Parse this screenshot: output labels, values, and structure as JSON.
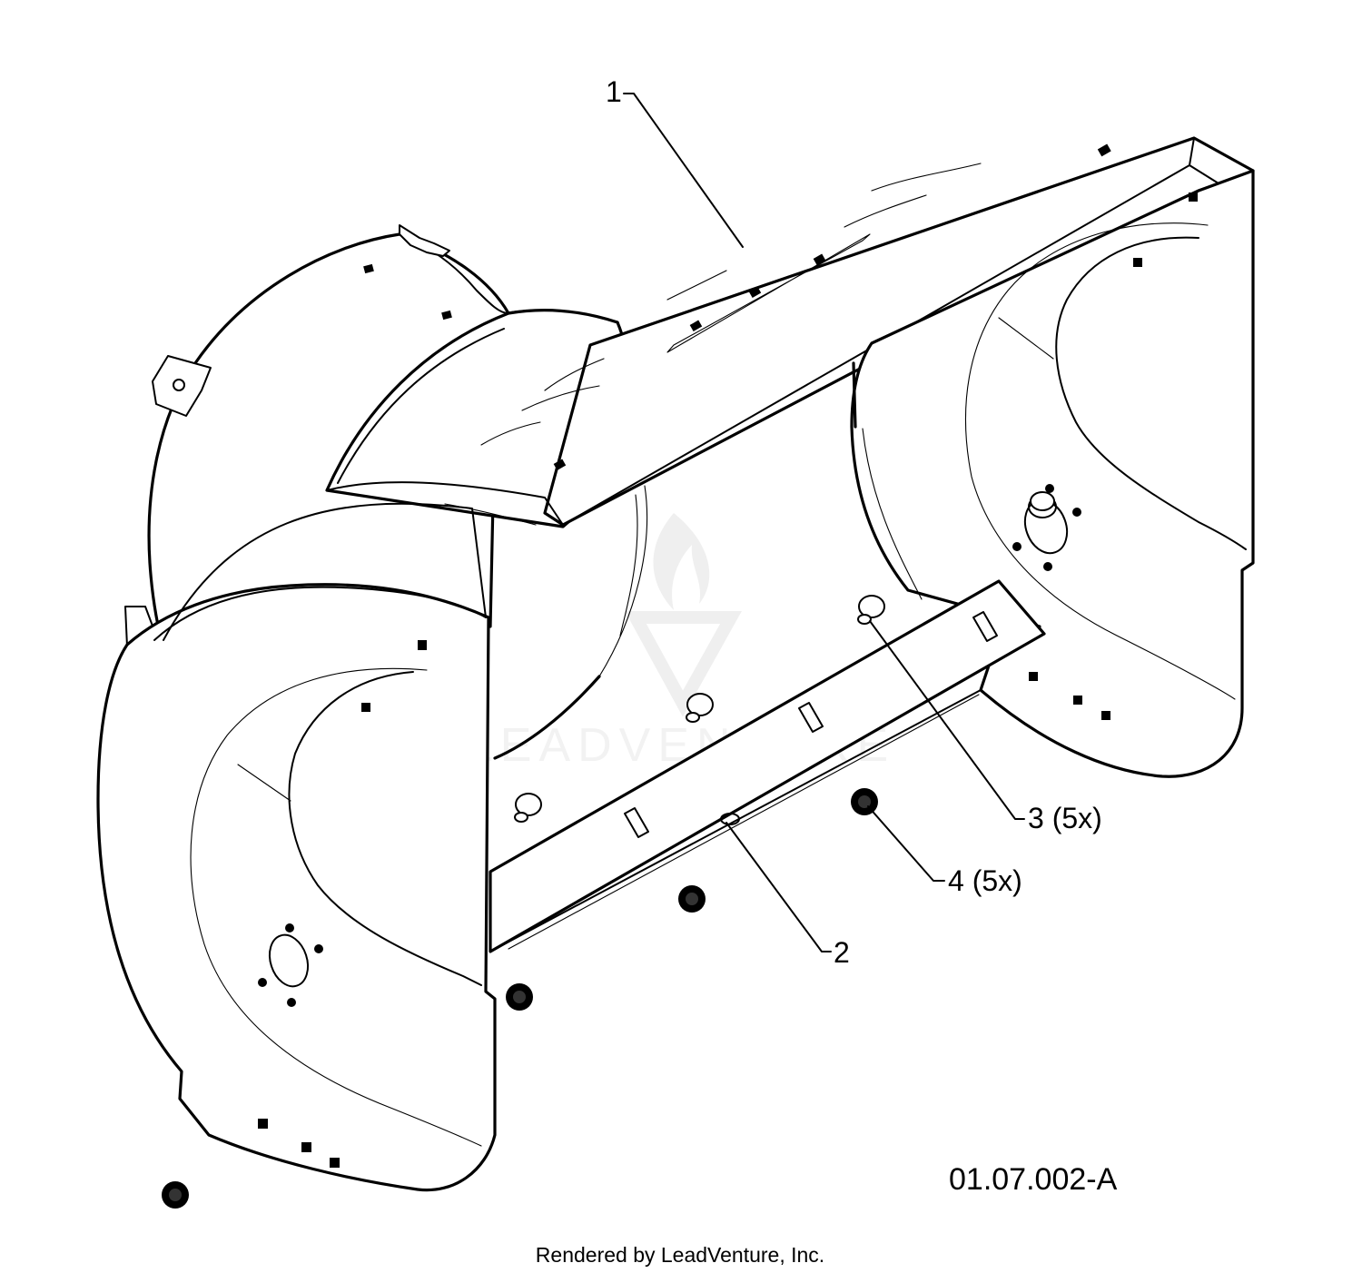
{
  "callouts": {
    "part_1": "1",
    "part_2": "2",
    "part_3": "3 (5x)",
    "part_4": "4 (5x)"
  },
  "figure_id": "01.07.002-A",
  "credit": "Rendered by LeadVenture, Inc.",
  "watermark": "LEADVENTURE",
  "colors": {
    "ink": "#000000",
    "background": "#ffffff",
    "watermark": "#d9d9d9"
  }
}
